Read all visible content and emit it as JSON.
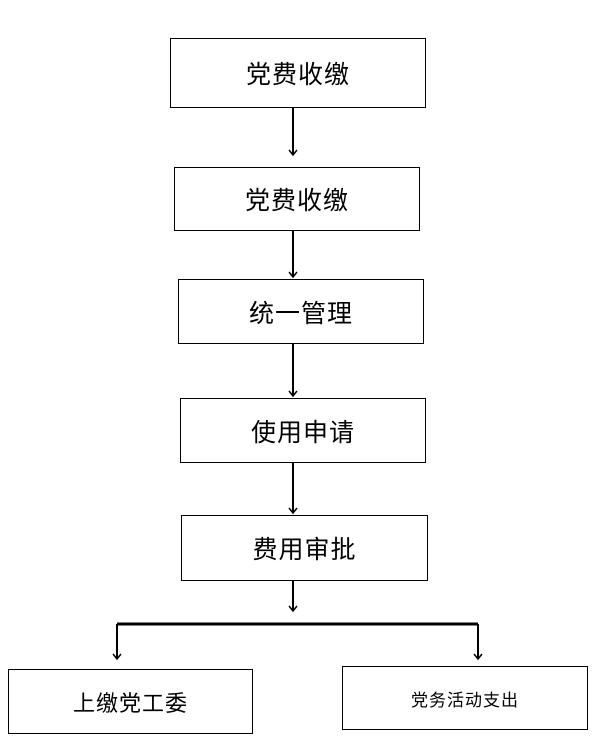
{
  "diagram": {
    "colors": {
      "line": "#000000",
      "box_border": "#000000",
      "background": "#ffffff"
    },
    "nodes": [
      {
        "id": "step-1",
        "label": "党费收缴"
      },
      {
        "id": "step-2",
        "label": "党费收缴"
      },
      {
        "id": "step-3",
        "label": "统一管理"
      },
      {
        "id": "step-4",
        "label": "使用申请"
      },
      {
        "id": "step-5",
        "label": "费用审批"
      },
      {
        "id": "branch-left",
        "label": "上缴党工委"
      },
      {
        "id": "branch-right",
        "label": "党务活动支出"
      }
    ]
  }
}
